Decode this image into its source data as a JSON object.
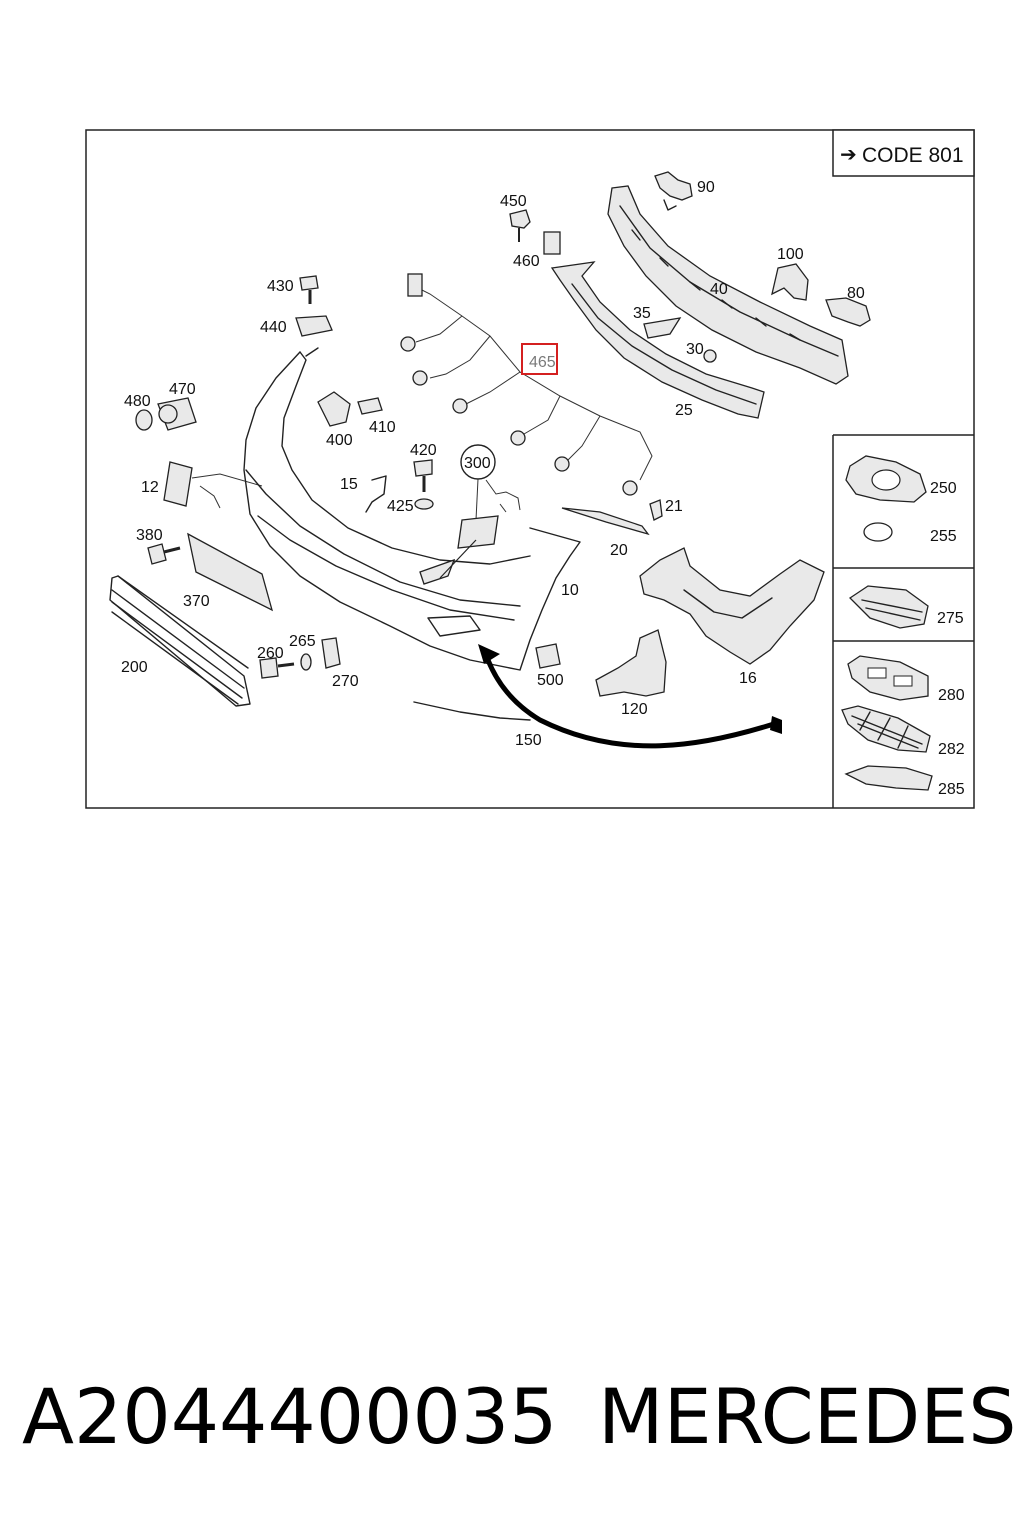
{
  "code_box": {
    "arrow": "➔",
    "text": "CODE 801"
  },
  "callouts": [
    {
      "id": "c90",
      "text": "90"
    },
    {
      "id": "c450",
      "text": "450"
    },
    {
      "id": "c460",
      "text": "460"
    },
    {
      "id": "c40",
      "text": "40"
    },
    {
      "id": "c100",
      "text": "100"
    },
    {
      "id": "c80",
      "text": "80"
    },
    {
      "id": "c35",
      "text": "35"
    },
    {
      "id": "c30",
      "text": "30"
    },
    {
      "id": "c25",
      "text": "25"
    },
    {
      "id": "c430",
      "text": "430"
    },
    {
      "id": "c440",
      "text": "440"
    },
    {
      "id": "c465",
      "text": "465"
    },
    {
      "id": "c480",
      "text": "480"
    },
    {
      "id": "c470",
      "text": "470"
    },
    {
      "id": "c400",
      "text": "400"
    },
    {
      "id": "c410",
      "text": "410"
    },
    {
      "id": "c420",
      "text": "420"
    },
    {
      "id": "c300",
      "text": "300"
    },
    {
      "id": "c12",
      "text": "12"
    },
    {
      "id": "c15",
      "text": "15"
    },
    {
      "id": "c425",
      "text": "425"
    },
    {
      "id": "c21",
      "text": "21"
    },
    {
      "id": "c20",
      "text": "20"
    },
    {
      "id": "c380",
      "text": "380"
    },
    {
      "id": "c10",
      "text": "10"
    },
    {
      "id": "c370",
      "text": "370"
    },
    {
      "id": "c265",
      "text": "265"
    },
    {
      "id": "c260",
      "text": "260"
    },
    {
      "id": "c200",
      "text": "200"
    },
    {
      "id": "c270",
      "text": "270"
    },
    {
      "id": "c500",
      "text": "500"
    },
    {
      "id": "c16",
      "text": "16"
    },
    {
      "id": "c120",
      "text": "120"
    },
    {
      "id": "c150",
      "text": "150"
    },
    {
      "id": "c250",
      "text": "250"
    },
    {
      "id": "c255",
      "text": "255"
    },
    {
      "id": "c275",
      "text": "275"
    },
    {
      "id": "c280",
      "text": "280"
    },
    {
      "id": "c282",
      "text": "282"
    },
    {
      "id": "c285",
      "text": "285"
    }
  ],
  "highlight_color": "#d42020",
  "footer": {
    "part_number": "A2044400035",
    "brand": "MERCEDES"
  }
}
